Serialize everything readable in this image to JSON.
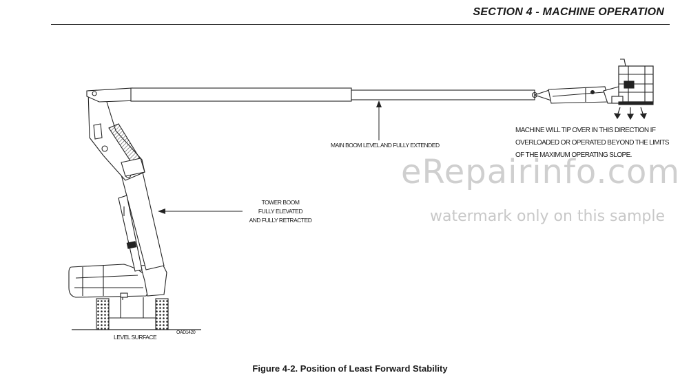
{
  "header": {
    "section_title": "SECTION 4 - MACHINE OPERATION"
  },
  "figure": {
    "callouts": {
      "main_boom": "MAIN BOOM LEVEL AND FULLY EXTENDED",
      "tower_boom_line1": "TOWER BOOM",
      "tower_boom_line2": "FULLY ELEVATED",
      "tower_boom_line3": "AND FULLY RETRACTED",
      "warning_line1": "MACHINE WILL TIP OVER IN THIS DIRECTION IF",
      "warning_line2": "OVERLOADED OR OPERATED BEYOND THE LIMITS",
      "warning_line3": "OF THE MAXIMUM OPERATING SLOPE.",
      "level_surface": "LEVEL SURFACE",
      "drawing_code": "OAD1420"
    },
    "caption": "Figure 4-2. Position of Least Forward Stability"
  },
  "watermark": {
    "main": "eRepairinfo.com",
    "sub": "watermark only on this sample"
  }
}
